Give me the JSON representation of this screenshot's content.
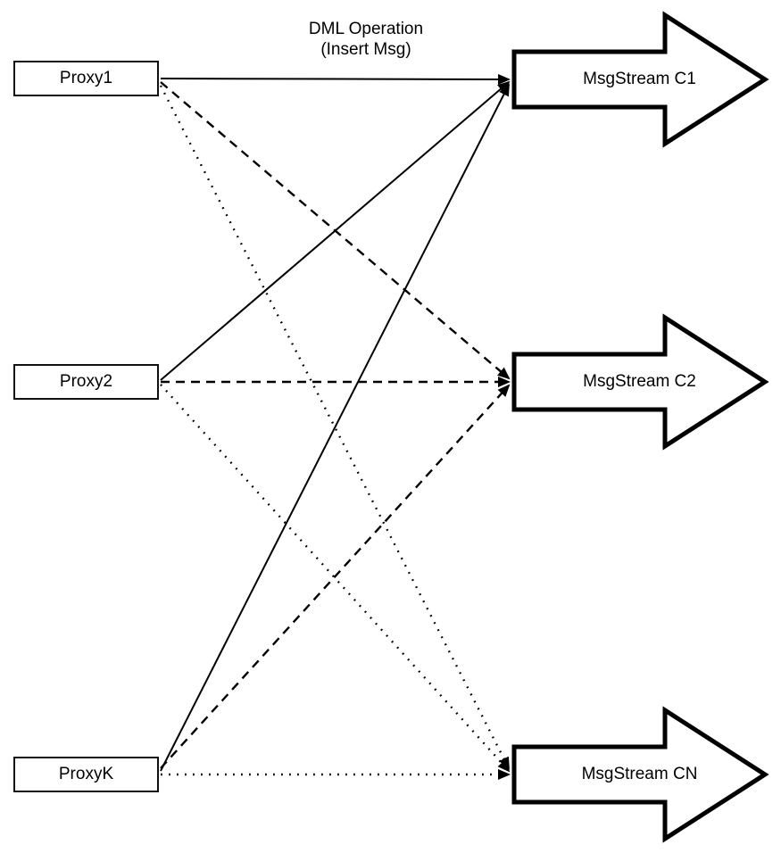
{
  "diagram": {
    "title": {
      "line1": "DML Operation",
      "line2": "(Insert Msg)"
    },
    "proxies": [
      {
        "label": "Proxy1"
      },
      {
        "label": "Proxy2"
      },
      {
        "label": "ProxyK"
      }
    ],
    "streams": [
      {
        "label": "MsgStream C1"
      },
      {
        "label": "MsgStream C2"
      },
      {
        "label": "MsgStream CN"
      }
    ],
    "edges": [
      {
        "from": "Proxy1",
        "to": "MsgStream C1",
        "style": "solid"
      },
      {
        "from": "Proxy2",
        "to": "MsgStream C1",
        "style": "solid"
      },
      {
        "from": "ProxyK",
        "to": "MsgStream C1",
        "style": "solid"
      },
      {
        "from": "Proxy1",
        "to": "MsgStream C2",
        "style": "dashed"
      },
      {
        "from": "Proxy2",
        "to": "MsgStream C2",
        "style": "dashed"
      },
      {
        "from": "ProxyK",
        "to": "MsgStream C2",
        "style": "dashed"
      },
      {
        "from": "Proxy1",
        "to": "MsgStream CN",
        "style": "dotted"
      },
      {
        "from": "Proxy2",
        "to": "MsgStream CN",
        "style": "dotted"
      },
      {
        "from": "ProxyK",
        "to": "MsgStream CN",
        "style": "dotted"
      }
    ],
    "colors": {
      "line": "#000000",
      "fill": "#ffffff"
    }
  }
}
